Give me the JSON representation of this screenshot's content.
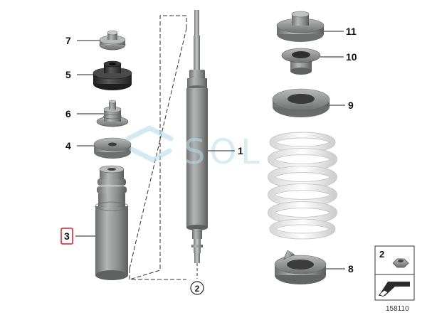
{
  "callouts": {
    "c1": "1",
    "c2": "2",
    "c3": "3",
    "c4": "4",
    "c5": "5",
    "c6": "6",
    "c7": "7",
    "c8": "8",
    "c9": "9",
    "c10": "10",
    "c11": "11"
  },
  "inset": {
    "part_number": "2"
  },
  "diagram_id": "158110",
  "watermark": "SOL",
  "colors": {
    "part_gray": "#8f9090",
    "part_dark": "#3a3a3a",
    "spring_white": "#f2f2f2",
    "highlight_red": "#d01f2e",
    "watermark": "#b8dcea"
  }
}
